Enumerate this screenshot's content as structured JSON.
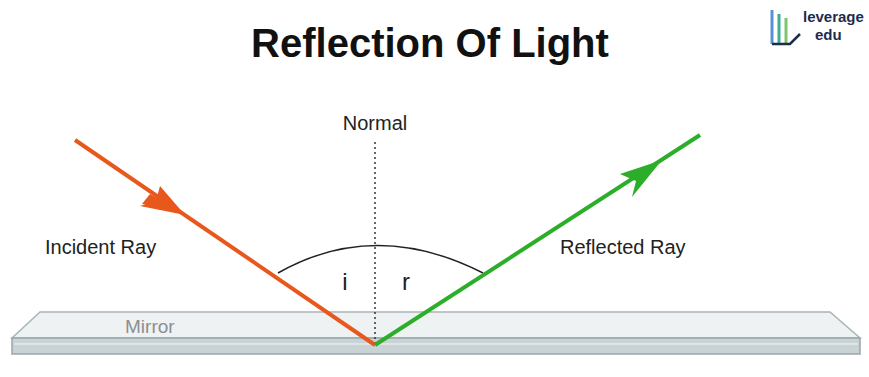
{
  "diagram": {
    "title": "Reflection Of Light",
    "labels": [
      "leverage",
      "edu",
      "Normal",
      "Incident Ray",
      "Reflected Ray",
      "i",
      "r",
      "Mirror"
    ]
  }
}
